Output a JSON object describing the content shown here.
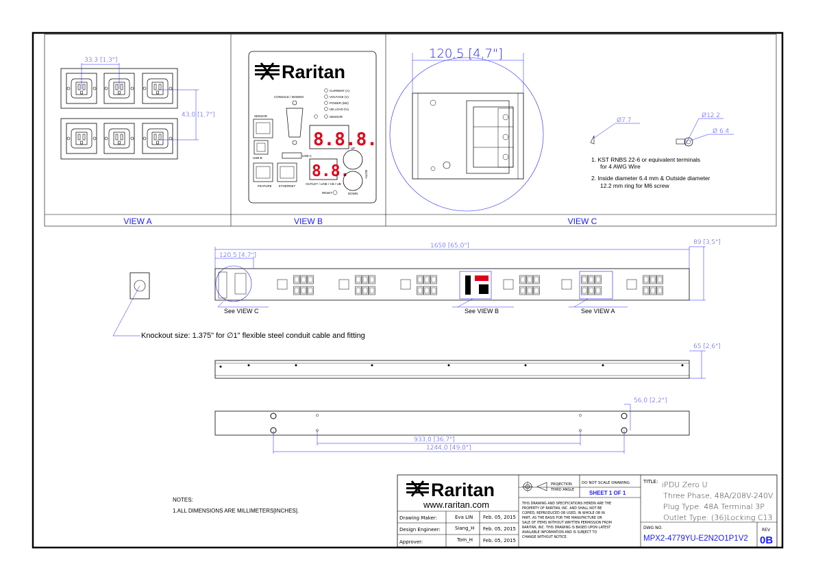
{
  "views": {
    "view_a_label": "VIEW A",
    "view_b_label": "VIEW B",
    "view_c_label": "VIEW C",
    "view_a_dim_h": "33,3 [1,3\"]",
    "view_a_dim_v": "43,0 [1,7\"]",
    "view_c_dim": "120,5 [4,7\"]",
    "phi_77": "Ø7.7",
    "phi_122": "Ø12.2",
    "phi_64": "Ø 6.4",
    "note_c1_a": "1. KST RNBS 22-6 or equivalent terminals",
    "note_c1_b": "for 4 AWG Wire",
    "note_c2_a": "2. Inside diameter 6.4 mm & Outside diameter",
    "note_c2_b": "12.2 mm ring for M6 screw"
  },
  "panel": {
    "brand": "Raritan",
    "console": "CONSOLE / MODEM",
    "leds": [
      "CURRENT (A)",
      "VOLTAGE (V)",
      "POWER (kW)",
      "UB LOAD (%)",
      "SENSOR"
    ],
    "sensor": "SENSOR",
    "usb_b": "USB-B",
    "usb_a": "USB-A",
    "feature": "FEATURE",
    "ethernet": "ETHERNET",
    "outlet": "OUTLET / LINE / CB / UB",
    "reset": "RESET",
    "up": "UP",
    "down": "DOWN",
    "both": "BOTH",
    "display1": "8.8.8.",
    "display2": "8.8."
  },
  "front": {
    "dim_total": "1650 [65,0\"]",
    "dim_width": "89 [3,5\"]",
    "dim_end": "120,5 [4,7\"]",
    "see_c": "See VIEW C",
    "see_b": "See VIEW B",
    "see_a": "See VIEW A",
    "knockout": "Knockout size: 1.375\" for ∅1\" flexible steel conduit cable and fitting"
  },
  "side": {
    "dim_depth": "65 [2,6\"]"
  },
  "back": {
    "dim_a": "56,0 [2,2\"]",
    "dim_b": "933,0 [36,7\"]",
    "dim_c": "1244,0 [49,0\"]"
  },
  "notes": {
    "title": "NOTES:",
    "line1": "1.ALL DIMENSIONS ARE MILLIMETERS[INCHES]."
  },
  "title_block": {
    "brand": "Raritan",
    "website": "www.raritan.com",
    "rows": [
      {
        "role": "Drawing Maker:",
        "name": "Eva LIN",
        "date": "Feb. 05, 2015"
      },
      {
        "role": "Design Engineer:",
        "name": "Siang_H",
        "date": "Feb. 05, 2015"
      },
      {
        "role": "Approver:",
        "name": "Tom_H",
        "date": "Feb. 05, 2015"
      }
    ],
    "projection": "PROJECTION",
    "third_angle": "THIRD ANGLE",
    "do_not_scale": "DO NOT SCALE DRAWING",
    "sheet": "SHEET 1 OF 1",
    "disclaimer": [
      "THIS DRAWING AND SPECIFICATIONS HEREIN ARE THE",
      "PROPERTY OF RARITAN, INC. AND SHALL NOT BE",
      "COPIED, REPRODUCED OR USED, IN WHOLE OR IN",
      "PART, AS THE BASIS FOR THE MANUFACTURE OR",
      "SALE OF ITEMS WITHOUT WRITTEN PERMISSION FROM",
      "RARITAN, INC. THIS DRAWING IS BASED UPON LATEST",
      "AVAILABLE INFORMATION AND IS SUBJECT TO",
      "CHANGE WITHOUT NOTICE."
    ],
    "title_label": "TITLE:",
    "title_lines": [
      "iPDU Zero U",
      "Three Phase, 48A/208V-240V",
      "Plug Type: 48A Terminal 3P",
      "Outlet Type: (36)Locking C13"
    ],
    "dwg_label": "DWG NO.",
    "dwg_no": "MPX2-4779YU-E2N2O1P1V2",
    "rev_label": "REV",
    "rev": "0B"
  },
  "colors": {
    "dimension": "#1a1aff",
    "display": "#e0001a",
    "line": "#000000"
  }
}
